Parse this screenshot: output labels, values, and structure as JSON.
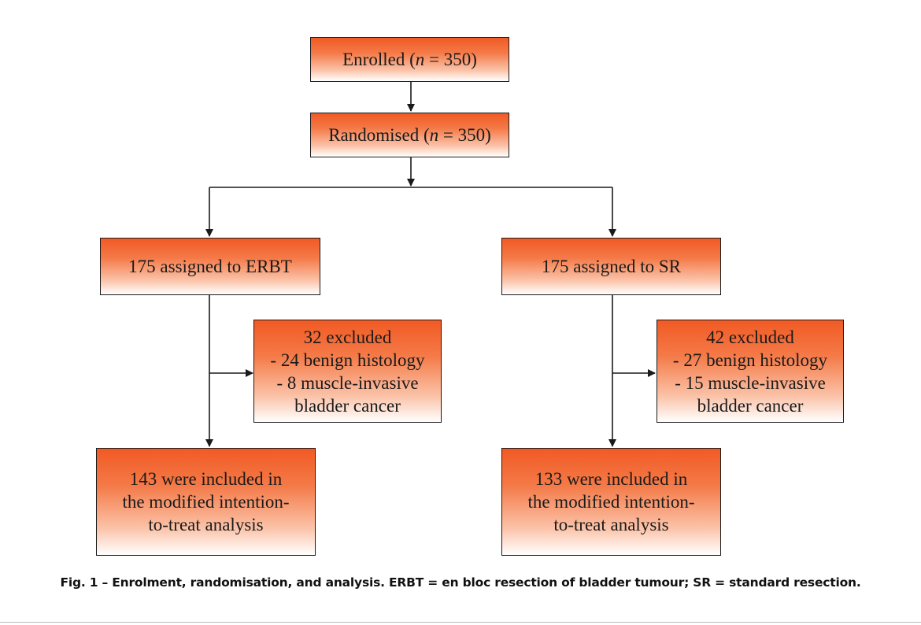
{
  "flowchart": {
    "enrolled": {
      "label": "Enrolled (",
      "n_symbol": "n",
      "value": " = 350)"
    },
    "randomised": {
      "label": "Randomised (",
      "n_symbol": "n",
      "value": " = 350)"
    },
    "arm_erbt": {
      "label": "175 assigned to ERBT"
    },
    "arm_sr": {
      "label": "175 assigned to SR"
    },
    "excluded_erbt": {
      "lines": [
        "32 excluded",
        "- 24 benign histology",
        "- 8 muscle-invasive",
        "bladder cancer"
      ]
    },
    "excluded_sr": {
      "lines": [
        "42 excluded",
        "- 27 benign histology",
        "- 15 muscle-invasive",
        "bladder cancer"
      ]
    },
    "included_erbt": {
      "lines": [
        "143 were included in",
        "the modified intention-",
        "to-treat analysis"
      ]
    },
    "included_sr": {
      "lines": [
        "133 were included in",
        "the modified intention-",
        "to-treat analysis"
      ]
    }
  },
  "caption": "Fig. 1 – Enrolment, randomisation, and analysis. ERBT = en bloc resection of bladder tumour; SR = standard resection.",
  "colors": {
    "box_top": "#f15a24",
    "box_bottom": "#ffffff",
    "line": "#1a1a1a"
  }
}
